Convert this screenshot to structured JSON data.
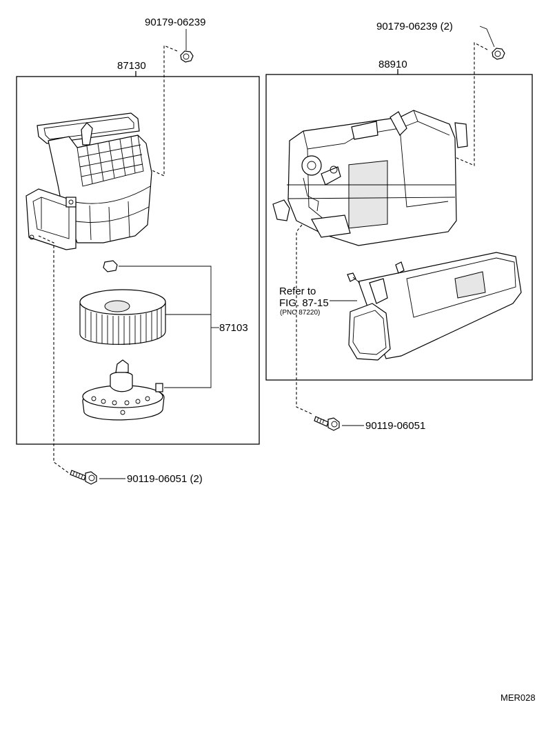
{
  "labels": {
    "nut_top_left": "90179-06239",
    "nut_top_right": "90179-06239 (2)",
    "blower_case": "87130",
    "heater_unit": "88910",
    "fan_motor_assy": "87103",
    "bolt_right": "90119-06051",
    "bolt_left": "90119-06051 (2)",
    "refer_line1": "Refer to",
    "refer_line2": "FIG. 87-15",
    "refer_line3": "(PNC 87220)",
    "drawing_code": "MER028"
  },
  "icons": {
    "nut": "hex-nut-icon",
    "bolt": "flange-bolt-icon"
  }
}
